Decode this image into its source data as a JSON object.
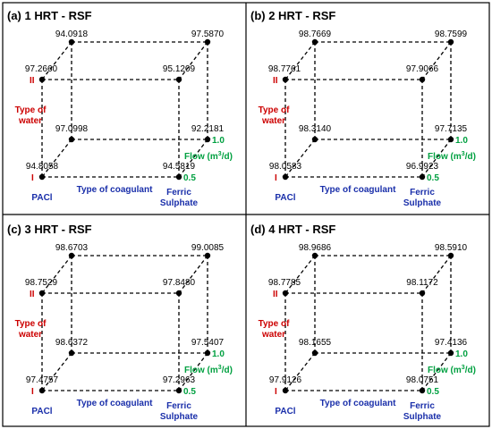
{
  "colors": {
    "level": "#cc0000",
    "flow": "#00a040",
    "coagulant": "#1a2faa",
    "frame": "#000000"
  },
  "labels": {
    "level_high": "II",
    "level_low": "I",
    "type_of": "Type of",
    "water": "water",
    "flow_axis": "Flow (m",
    "flow_unit_sup": "3",
    "flow_unit_end": "/d)",
    "flow_high": "1.0",
    "flow_low": "0.5",
    "pacl": "PACl",
    "coag_axis": "Type of coagulant",
    "ferric": "Ferric",
    "sulphate": "Sulphate"
  },
  "panels": [
    {
      "title": "(a) 1 HRT - RSF",
      "values": {
        "ftl": "94.0918",
        "ftr": "97.5870",
        "btl": "97.2660",
        "btr": "95.1209",
        "fbl": "97.0998",
        "fbr": "92.2181",
        "bbl": "94.8058",
        "bbr": "94.5819"
      }
    },
    {
      "title": "(b) 2 HRT - RSF",
      "values": {
        "ftl": "98.7669",
        "ftr": "98.7599",
        "btl": "98.7761",
        "btr": "97.9066",
        "fbl": "98.3140",
        "fbr": "97.7135",
        "bbl": "98.0583",
        "bbr": "96.9923"
      }
    },
    {
      "title": "(c) 3 HRT - RSF",
      "values": {
        "ftl": "98.6703",
        "ftr": "99.0085",
        "btl": "98.7529",
        "btr": "97.8480",
        "fbl": "98.6372",
        "fbr": "97.5407",
        "bbl": "97.4757",
        "bbr": "97.2963"
      }
    },
    {
      "title": "(d) 4 HRT - RSF",
      "values": {
        "ftl": "98.9686",
        "ftr": "98.5910",
        "btl": "98.7785",
        "btr": "98.1172",
        "fbl": "98.1655",
        "fbr": "97.4136",
        "bbl": "97.9126",
        "bbr": "98.0751"
      }
    }
  ]
}
